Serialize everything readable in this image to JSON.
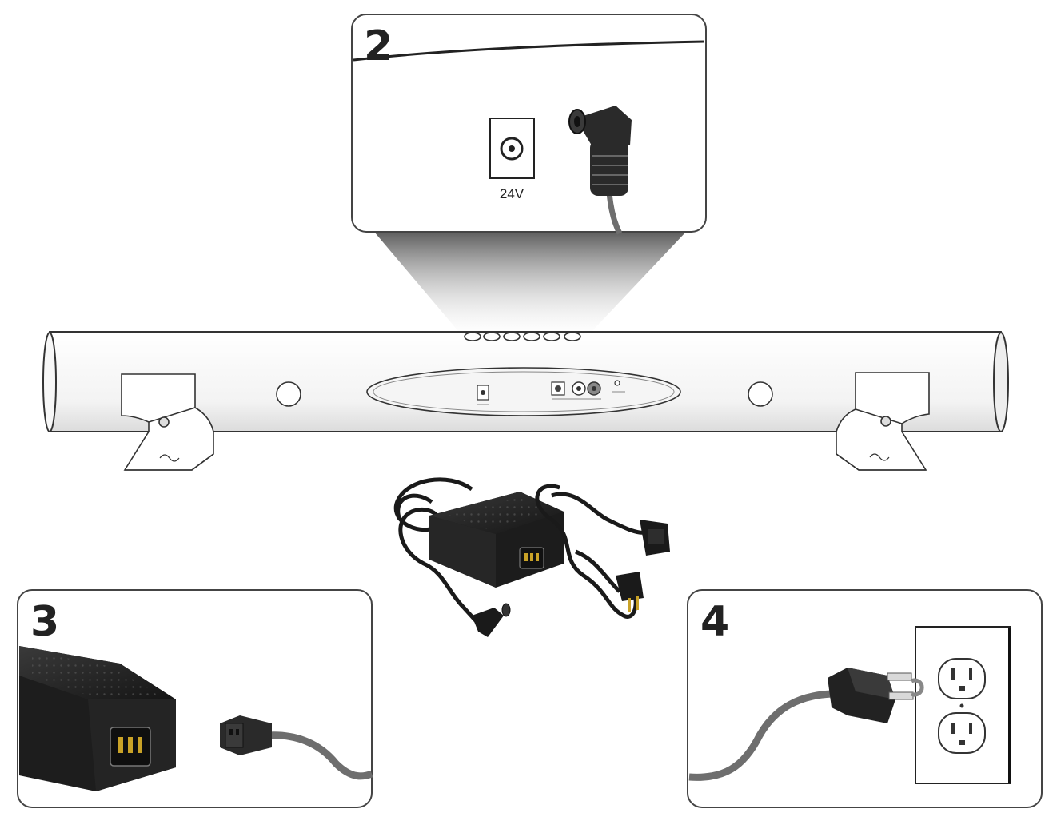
{
  "panels": {
    "step2": {
      "number": "2",
      "jack_label": "24V"
    },
    "step3": {
      "number": "3"
    },
    "step4": {
      "number": "4"
    }
  },
  "colors": {
    "outline": "#333333",
    "adapter": "#1f1f1f",
    "cable": "#6e6e6e",
    "panel_border": "#444444"
  },
  "icons": [
    "dc-jack-icon",
    "right-angle-plug-icon",
    "power-adapter-icon",
    "iec-connector-icon",
    "wall-outlet-icon",
    "ac-plug-icon"
  ]
}
